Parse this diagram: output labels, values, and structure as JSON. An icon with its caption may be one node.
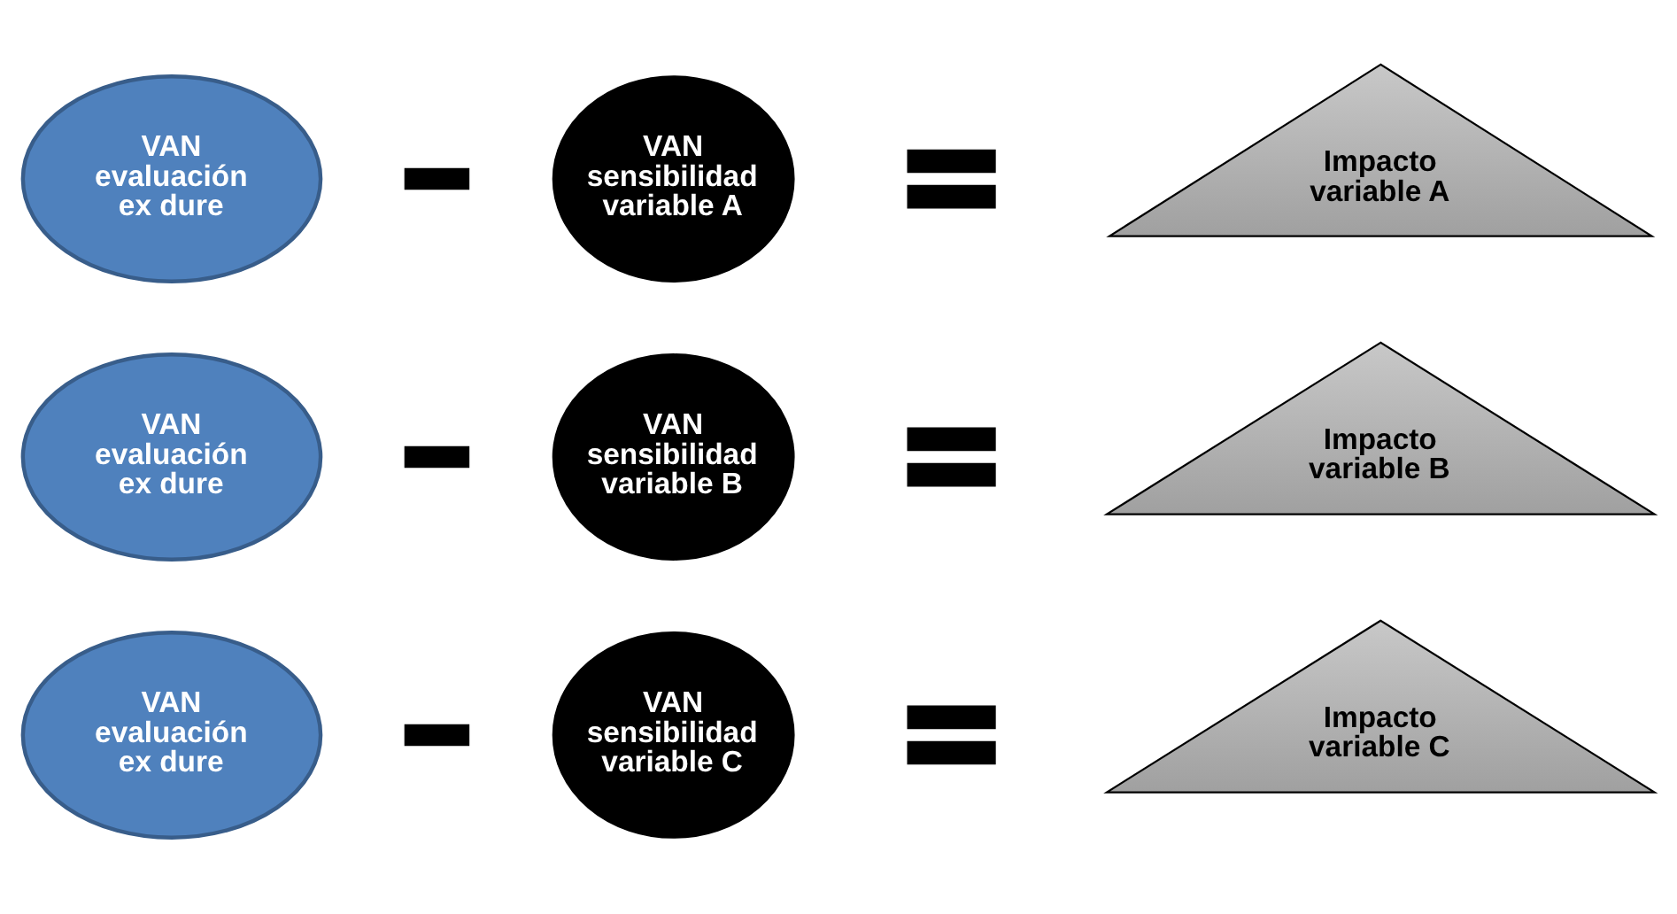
{
  "diagram": {
    "nodes": [
      {
        "text": [
          "VAN evaluación ex dure"
        ]
      },
      {
        "text": [],
        "shape": "minus"
      },
      {
        "text": [
          "VAN sensibilidad variable A"
        ]
      },
      {
        "text": [],
        "shape": "equals"
      },
      {
        "text": [
          "Impacto variable A"
        ]
      },
      {
        "text": [
          "VAN evaluación ex dure"
        ]
      },
      {
        "text": [],
        "shape": "minus"
      },
      {
        "text": [
          "VAN sensibilidad variable B"
        ]
      },
      {
        "text": [],
        "shape": "equals"
      },
      {
        "text": [
          "Impacto variable B"
        ]
      },
      {
        "text": [
          "VAN evaluación ex dure"
        ]
      },
      {
        "text": [],
        "shape": "minus"
      },
      {
        "text": [
          "VAN sensibilidad variable C"
        ]
      },
      {
        "text": [],
        "shape": "equals"
      },
      {
        "text": [
          "Impacto variable C"
        ]
      }
    ]
  }
}
